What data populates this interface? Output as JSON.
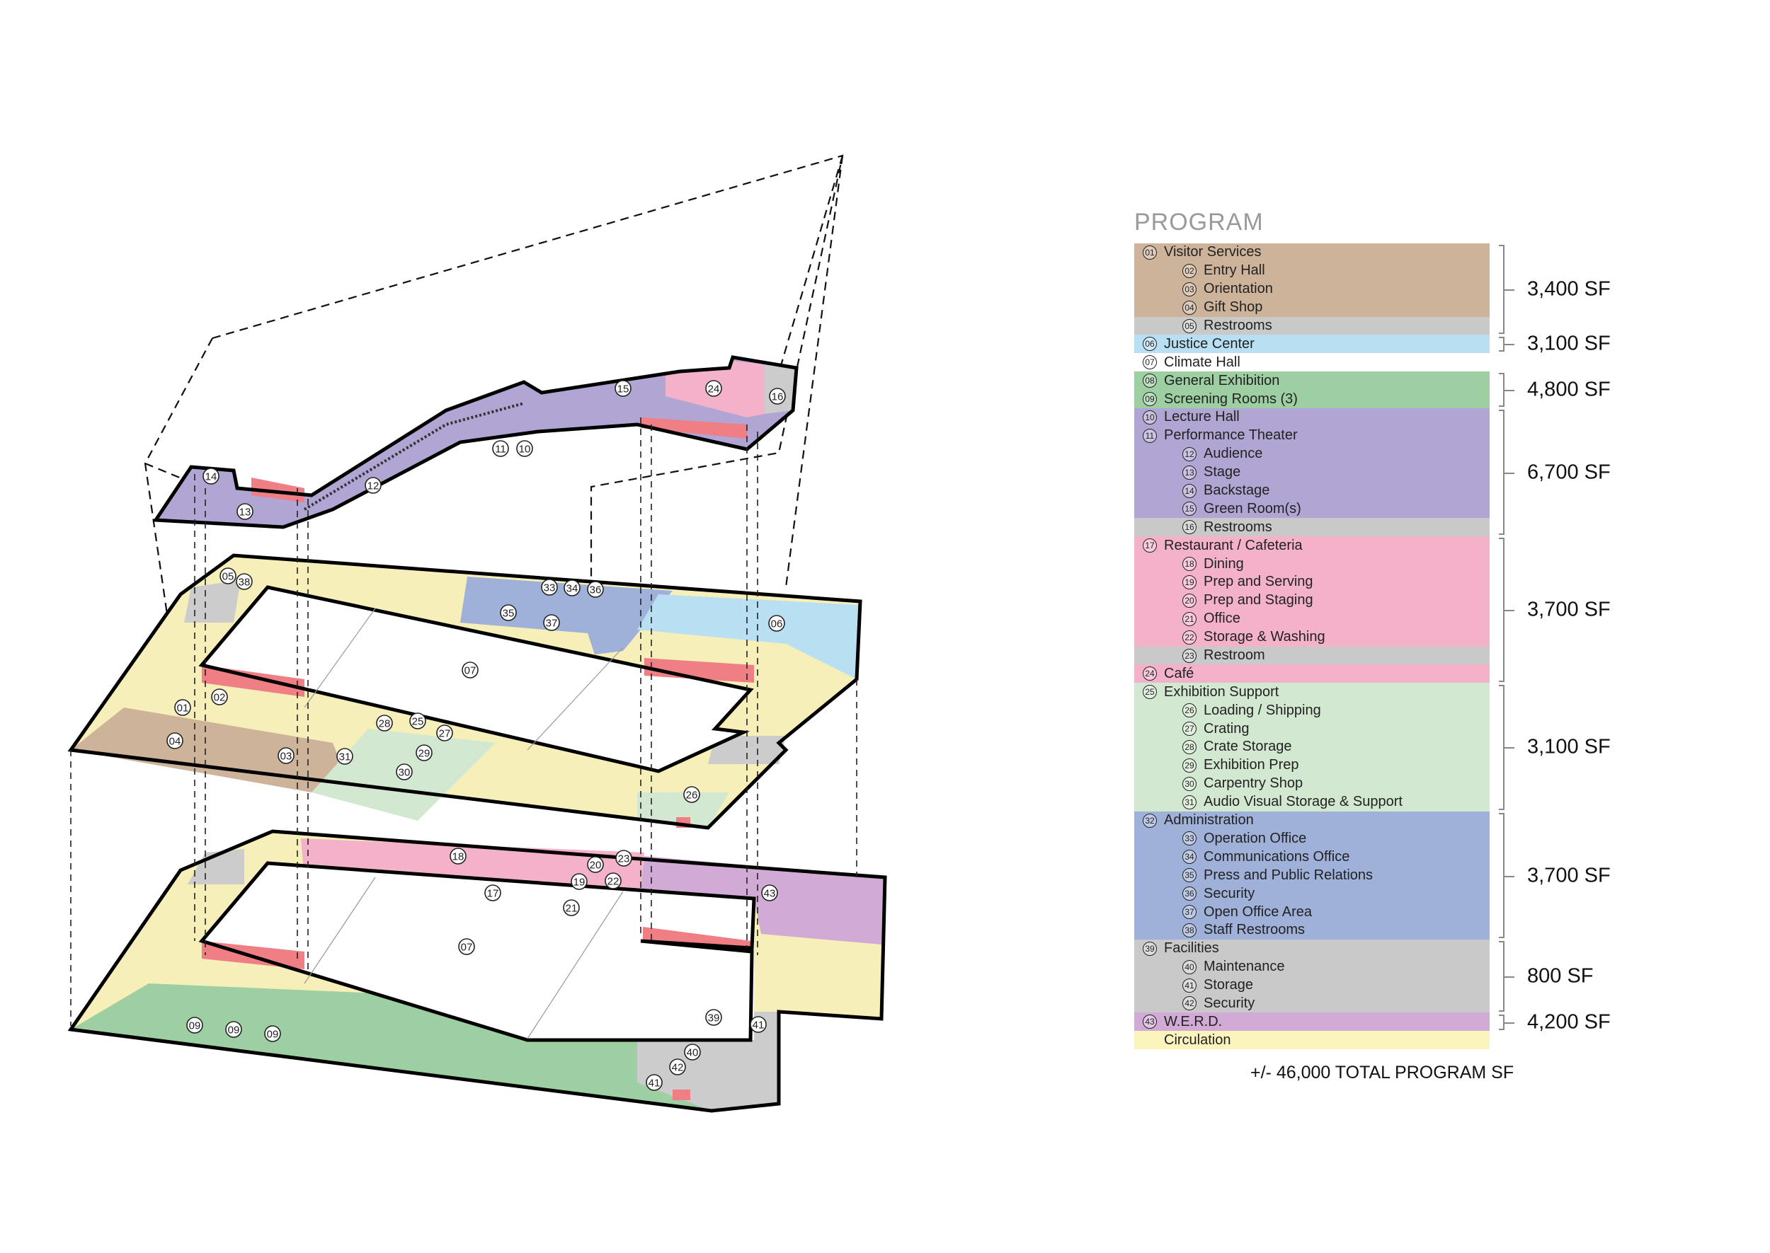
{
  "legend": {
    "title": "PROGRAM",
    "total": "+/- 46,000 TOTAL PROGRAM SF",
    "rows": [
      {
        "num": "01",
        "label": "Visitor Services",
        "level": 0,
        "color": "#cdb39a"
      },
      {
        "num": "02",
        "label": "Entry Hall",
        "level": 1,
        "color": "#cdb39a"
      },
      {
        "num": "03",
        "label": "Orientation",
        "level": 1,
        "color": "#cdb39a"
      },
      {
        "num": "04",
        "label": "Gift Shop",
        "level": 1,
        "color": "#cdb39a"
      },
      {
        "num": "05",
        "label": "Restrooms",
        "level": 1,
        "color": "#c9c9c9"
      },
      {
        "num": "06",
        "label": "Justice Center",
        "level": 0,
        "color": "#b8e0f2"
      },
      {
        "num": "07",
        "label": "Climate Hall",
        "level": 0,
        "color": "#ffffff"
      },
      {
        "num": "08",
        "label": "General Exhibition",
        "level": 0,
        "color": "#9dcfa2"
      },
      {
        "num": "09",
        "label": "Screening Rooms (3)",
        "level": 0,
        "color": "#9dcfa2"
      },
      {
        "num": "10",
        "label": "Lecture Hall",
        "level": 0,
        "color": "#b1a5d3"
      },
      {
        "num": "11",
        "label": "Performance Theater",
        "level": 0,
        "color": "#b1a5d3"
      },
      {
        "num": "12",
        "label": "Audience",
        "level": 1,
        "color": "#b1a5d3"
      },
      {
        "num": "13",
        "label": "Stage",
        "level": 1,
        "color": "#b1a5d3"
      },
      {
        "num": "14",
        "label": "Backstage",
        "level": 1,
        "color": "#b1a5d3"
      },
      {
        "num": "15",
        "label": "Green Room(s)",
        "level": 1,
        "color": "#b1a5d3"
      },
      {
        "num": "16",
        "label": "Restrooms",
        "level": 1,
        "color": "#c9c9c9"
      },
      {
        "num": "17",
        "label": "Restaurant / Cafeteria",
        "level": 0,
        "color": "#f4b1ca"
      },
      {
        "num": "18",
        "label": "Dining",
        "level": 1,
        "color": "#f4b1ca"
      },
      {
        "num": "19",
        "label": "Prep and Serving",
        "level": 1,
        "color": "#f4b1ca"
      },
      {
        "num": "20",
        "label": "Prep and Staging",
        "level": 1,
        "color": "#f4b1ca"
      },
      {
        "num": "21",
        "label": "Office",
        "level": 1,
        "color": "#f4b1ca"
      },
      {
        "num": "22",
        "label": "Storage & Washing",
        "level": 1,
        "color": "#f4b1ca"
      },
      {
        "num": "23",
        "label": "Restroom",
        "level": 1,
        "color": "#c9c9c9"
      },
      {
        "num": "24",
        "label": "Café",
        "level": 0,
        "color": "#f4b1ca"
      },
      {
        "num": "25",
        "label": "Exhibition Support",
        "level": 0,
        "color": "#d3e8d0"
      },
      {
        "num": "26",
        "label": "Loading / Shipping",
        "level": 1,
        "color": "#d3e8d0"
      },
      {
        "num": "27",
        "label": "Crating",
        "level": 1,
        "color": "#d3e8d0"
      },
      {
        "num": "28",
        "label": "Crate Storage",
        "level": 1,
        "color": "#d3e8d0"
      },
      {
        "num": "29",
        "label": "Exhibition Prep",
        "level": 1,
        "color": "#d3e8d0"
      },
      {
        "num": "30",
        "label": "Carpentry Shop",
        "level": 1,
        "color": "#d3e8d0"
      },
      {
        "num": "31",
        "label": "Audio Visual Storage & Support",
        "level": 1,
        "color": "#d3e8d0"
      },
      {
        "num": "32",
        "label": "Administration",
        "level": 0,
        "color": "#9fb1d9"
      },
      {
        "num": "33",
        "label": "Operation Office",
        "level": 1,
        "color": "#9fb1d9"
      },
      {
        "num": "34",
        "label": "Communications Office",
        "level": 1,
        "color": "#9fb1d9"
      },
      {
        "num": "35",
        "label": "Press and Public Relations",
        "level": 1,
        "color": "#9fb1d9"
      },
      {
        "num": "36",
        "label": "Security",
        "level": 1,
        "color": "#9fb1d9"
      },
      {
        "num": "37",
        "label": "Open Office Area",
        "level": 1,
        "color": "#9fb1d9"
      },
      {
        "num": "38",
        "label": "Staff Restrooms",
        "level": 1,
        "color": "#9fb1d9"
      },
      {
        "num": "39",
        "label": "Facilities",
        "level": 0,
        "color": "#c9c9c9"
      },
      {
        "num": "40",
        "label": "Maintenance",
        "level": 1,
        "color": "#c9c9c9"
      },
      {
        "num": "41",
        "label": "Storage",
        "level": 1,
        "color": "#c9c9c9"
      },
      {
        "num": "42",
        "label": "Security",
        "level": 1,
        "color": "#c9c9c9"
      },
      {
        "num": "43",
        "label": "W.E.R.D.",
        "level": 0,
        "color": "#d1abd6"
      },
      {
        "num": "",
        "label": "Circulation",
        "level": 0,
        "color": "#fbf4bd"
      }
    ],
    "sf_groups": [
      {
        "label": "3,400 SF",
        "first": 0,
        "last": 4
      },
      {
        "label": "3,100 SF",
        "first": 5,
        "last": 5
      },
      {
        "label": "4,800 SF",
        "first": 7,
        "last": 8
      },
      {
        "label": "6,700 SF",
        "first": 9,
        "last": 15
      },
      {
        "label": "3,700 SF",
        "first": 16,
        "last": 23
      },
      {
        "label": "3,100 SF",
        "first": 24,
        "last": 30
      },
      {
        "label": "3,700 SF",
        "first": 31,
        "last": 37
      },
      {
        "label": "800 SF",
        "first": 38,
        "last": 41
      },
      {
        "label": "4,200 SF",
        "first": 42,
        "last": 42
      }
    ]
  },
  "diagram_labels": {
    "upper": [
      "14",
      "13",
      "12",
      "11",
      "10",
      "15",
      "24",
      "16"
    ],
    "middle": [
      "05",
      "38",
      "33",
      "34",
      "36",
      "35",
      "37",
      "06",
      "07",
      "02",
      "01",
      "04",
      "03",
      "31",
      "28",
      "25",
      "27",
      "29",
      "30",
      "26"
    ],
    "lower": [
      "18",
      "20",
      "23",
      "19",
      "22",
      "17",
      "21",
      "43",
      "07",
      "09",
      "09",
      "09",
      "39",
      "41",
      "40",
      "42",
      "41"
    ]
  }
}
